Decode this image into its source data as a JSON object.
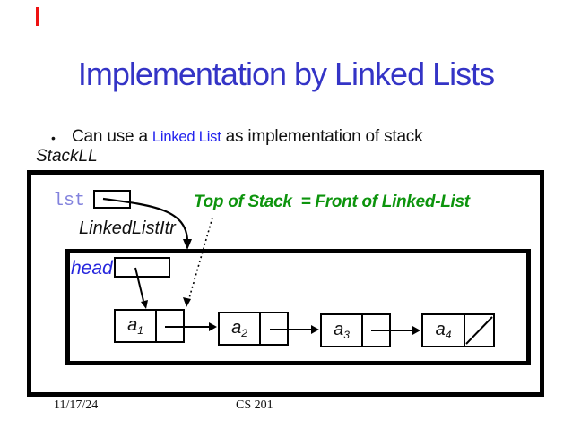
{
  "slide": {
    "title": "Implementation by Linked Lists",
    "bullet": {
      "glyph": "•",
      "pre": "Can use a ",
      "link_text": "Linked List",
      "post": " as implementation of stack"
    },
    "subtitle": "StackLL",
    "footer": {
      "date": "11/17/24",
      "course": "CS 201"
    }
  },
  "diagram": {
    "lst_label": "lst",
    "iterator_label": "LinkedListItr",
    "green_note": "Top of Stack  = Front of Linked-List",
    "head_label": "head",
    "nodes": [
      {
        "base": "a",
        "sub": "1",
        "is_null": false
      },
      {
        "base": "a",
        "sub": "2",
        "is_null": false
      },
      {
        "base": "a",
        "sub": "3",
        "is_null": false
      },
      {
        "base": "a",
        "sub": "4",
        "is_null": true
      }
    ]
  },
  "colors": {
    "title_blue": "#3434c6",
    "linked_list_blue": "#2323ee",
    "head_blue": "#2525dd",
    "lst_periwinkle": "#8282dd",
    "note_green": "#0d940d",
    "pen_mark_red": "#ee1111",
    "border_black": "#000000"
  }
}
